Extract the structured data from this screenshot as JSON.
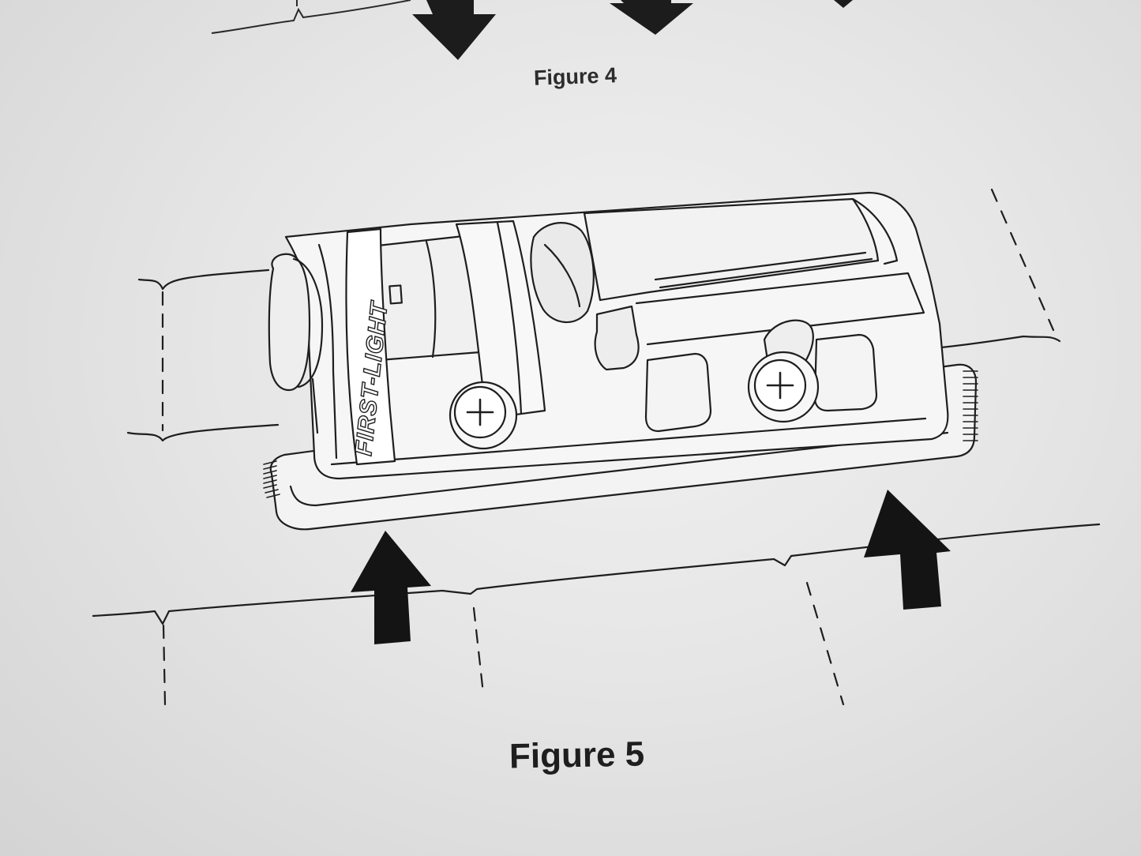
{
  "figures": [
    {
      "id": "figure-4",
      "caption": "Figure 4"
    },
    {
      "id": "figure-5",
      "caption": "Figure 5"
    }
  ],
  "device": {
    "brand_lettering": "FIRST-LIGHT"
  },
  "colors": {
    "ink": "#1c1c1c",
    "paper": "#ececec",
    "device_fill": "#f4f4f4"
  }
}
